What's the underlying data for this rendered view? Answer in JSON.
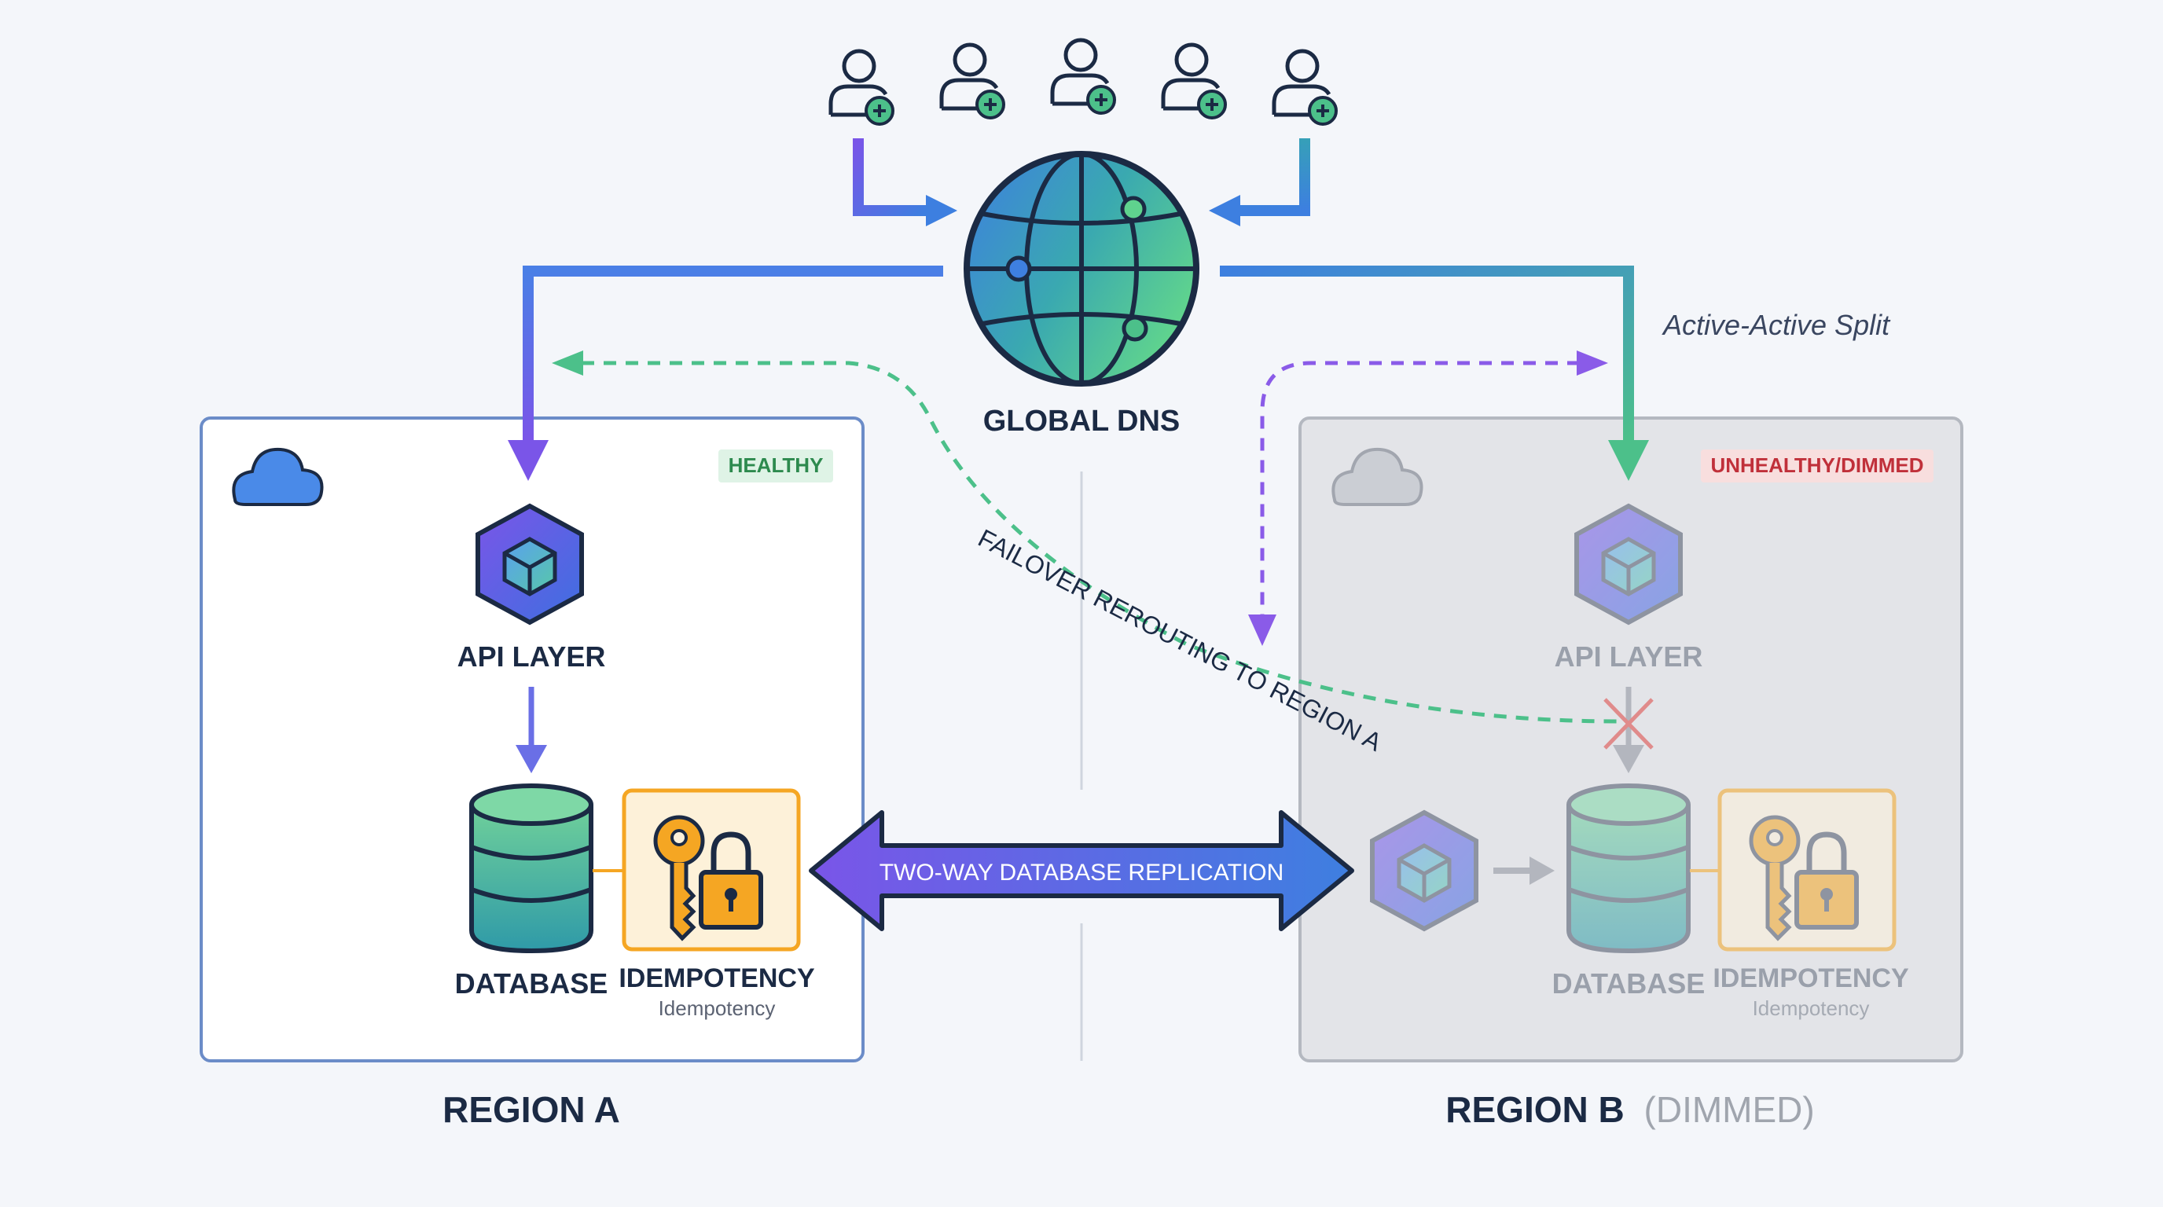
{
  "dns": {
    "label": "GLOBAL DNS"
  },
  "annotations": {
    "active_active": "Active-Active Split",
    "failover": "FAILOVER REROUTING TO REGION A",
    "replication": "TWO-WAY DATABASE REPLICATION"
  },
  "region_a": {
    "title": "REGION A",
    "status": "HEALTHY",
    "api_label": "API LAYER",
    "db_label": "DATABASE",
    "idem_label": "IDEMPOTENCY",
    "idem_sub": "Idempotency"
  },
  "region_b": {
    "title": "REGION B",
    "title_suffix": "(DIMMED)",
    "status": "UNHEALTHY/DIMMED",
    "api_label": "API LAYER",
    "db_label": "DATABASE",
    "idem_label": "IDEMPOTENCY",
    "idem_sub": "Idempotency"
  },
  "colors": {
    "navy": "#1b2a44",
    "purple": "#7a55e8",
    "blue": "#3d7fe0",
    "green": "#4cc08a",
    "healthy_bg": "#dff3e6",
    "healthy_text": "#2d8a4e",
    "unhealthy_bg": "#f8dede",
    "unhealthy_text": "#c0303a",
    "key_orange": "#f5a623"
  },
  "icons": [
    "user-add-icon",
    "globe-icon",
    "cloud-icon",
    "cube-icon",
    "database-icon",
    "key-icon",
    "padlock-icon",
    "blocked-x-icon"
  ]
}
